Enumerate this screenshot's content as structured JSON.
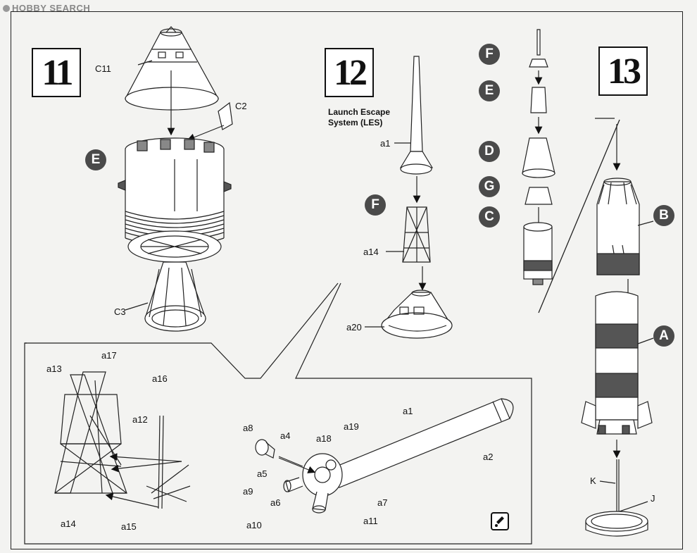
{
  "watermark": "HOBBY SEARCH",
  "steps": {
    "s11": "11",
    "s12": "12",
    "s13": "13"
  },
  "step12_note": {
    "line1": "Launch Escape",
    "line2": "System (LES)"
  },
  "badges": {
    "b11_e": "E",
    "b12_f": "F",
    "b13_f": "F",
    "b13_e": "E",
    "b13_d": "D",
    "b13_g": "G",
    "b13_c": "C",
    "b13_b": "B",
    "b13_a": "A"
  },
  "parts11": {
    "c11": "C11",
    "c2": "C2",
    "c3": "C3"
  },
  "parts12": {
    "a1": "a1",
    "a14": "a14",
    "a20": "a20"
  },
  "parts13": {
    "k": "K",
    "j": "J"
  },
  "detail": {
    "a17": "a17",
    "a13": "a13",
    "a16": "a16",
    "a12": "a12",
    "a14": "a14",
    "a15": "a15",
    "a1": "a1",
    "a2": "a2",
    "a8": "a8",
    "a4": "a4",
    "a18": "a18",
    "a19": "a19",
    "a5": "a5",
    "a9": "a9",
    "a6": "a6",
    "a7": "a7",
    "a10": "a10",
    "a11": "a11"
  },
  "icons": {
    "glue": "glue-icon"
  }
}
